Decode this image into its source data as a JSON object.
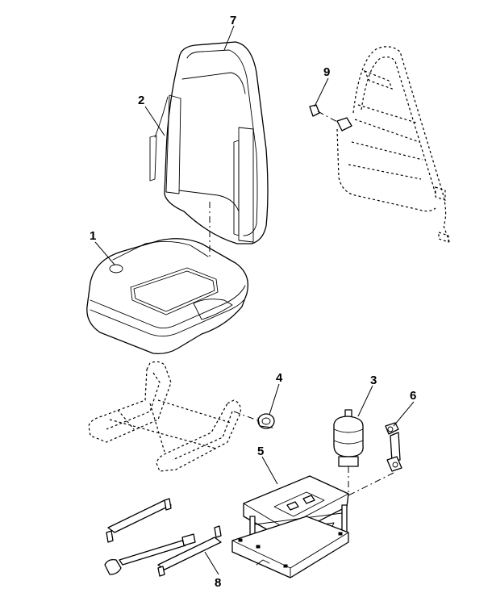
{
  "callouts": [
    {
      "id": "seat-cushion",
      "label": "1"
    },
    {
      "id": "backrest-side-bolster",
      "label": "2"
    },
    {
      "id": "air-spring",
      "label": "3"
    },
    {
      "id": "knob",
      "label": "4"
    },
    {
      "id": "suspension-base",
      "label": "5"
    },
    {
      "id": "shock-absorber",
      "label": "6"
    },
    {
      "id": "backrest-cushion",
      "label": "7"
    },
    {
      "id": "slide-rails-lever",
      "label": "8"
    },
    {
      "id": "clip",
      "label": "9"
    }
  ]
}
